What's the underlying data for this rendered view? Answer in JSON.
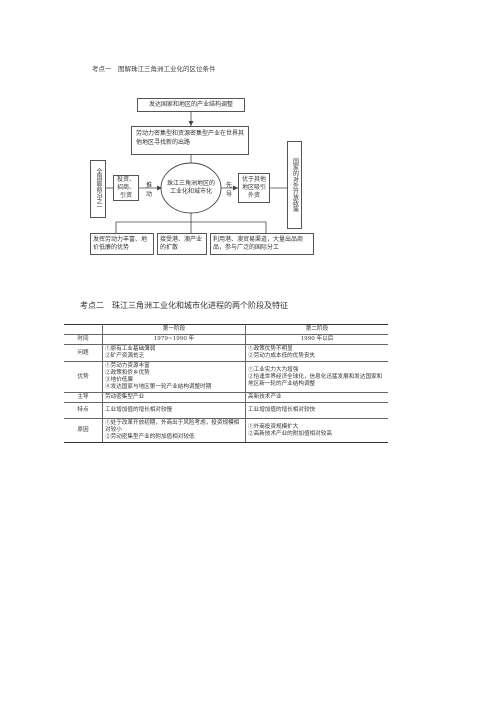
{
  "section1": {
    "heading": "考点一　图解珠江三角洲工业化的区位条件"
  },
  "diagram": {
    "top_box": "发达国家和地区的产业结构调整",
    "mid_box": "劳动力密集型和资源密集型产业在世界其他地区寻找新的出路",
    "left_side": "全国最前沿之一",
    "invest_box": "投资、招商、引资",
    "push_label": "推动",
    "center_circle": "珠江三角洲地区的工业化和城市化",
    "promote_label": "先导",
    "outlet_box": "优于其他地区吸引外资",
    "right_side": "国家的对外开放政策",
    "bottom_left": "发挥劳动力丰富、地价低廉的优势",
    "bottom_mid": "接受港、澳产业的扩散",
    "bottom_right": "利用港、澳贸易渠道，大量出品商品，参与广泛的国际分工"
  },
  "section2": {
    "heading": "考点二　珠江三角洲工业化和城市化进程的两个阶段及特征"
  },
  "table": {
    "col1": "第一阶段",
    "col2": "第二阶段",
    "rows": [
      {
        "label": "时间",
        "a": "1979~1990 年",
        "b": "1990 年以后"
      },
      {
        "label": "问题",
        "a": "①原有工业基础薄弱\n②矿产资源贫乏",
        "b": "①政策优势不明显\n②劳动力成本低的优势丧失"
      },
      {
        "label": "优势",
        "a": "①劳动力资源丰富\n②政策和侨乡优势\n③地价低廉\n④发达国家与地区第一轮产业结构调整时期",
        "b": "①工业实力大为增强\n②恰逢世界经济全球化，信息化迅猛发展和发达国家和地区新一轮的产业结构调整"
      },
      {
        "label": "主导",
        "a": "劳动密集型产业",
        "b": "高新技术产业"
      },
      {
        "label": "特点",
        "a": "工业增加值的增长相对较慢",
        "b": "工业增加值的增长相对较快"
      },
      {
        "label": "原因",
        "a": "①处于改革开放初期，外商出于风险考虑，投资规模相对较小\n②劳动密集型产业的附加值相对较低",
        "b": "①外商投资规模扩大\n②高新技术产业的附加值相对较高"
      }
    ]
  }
}
